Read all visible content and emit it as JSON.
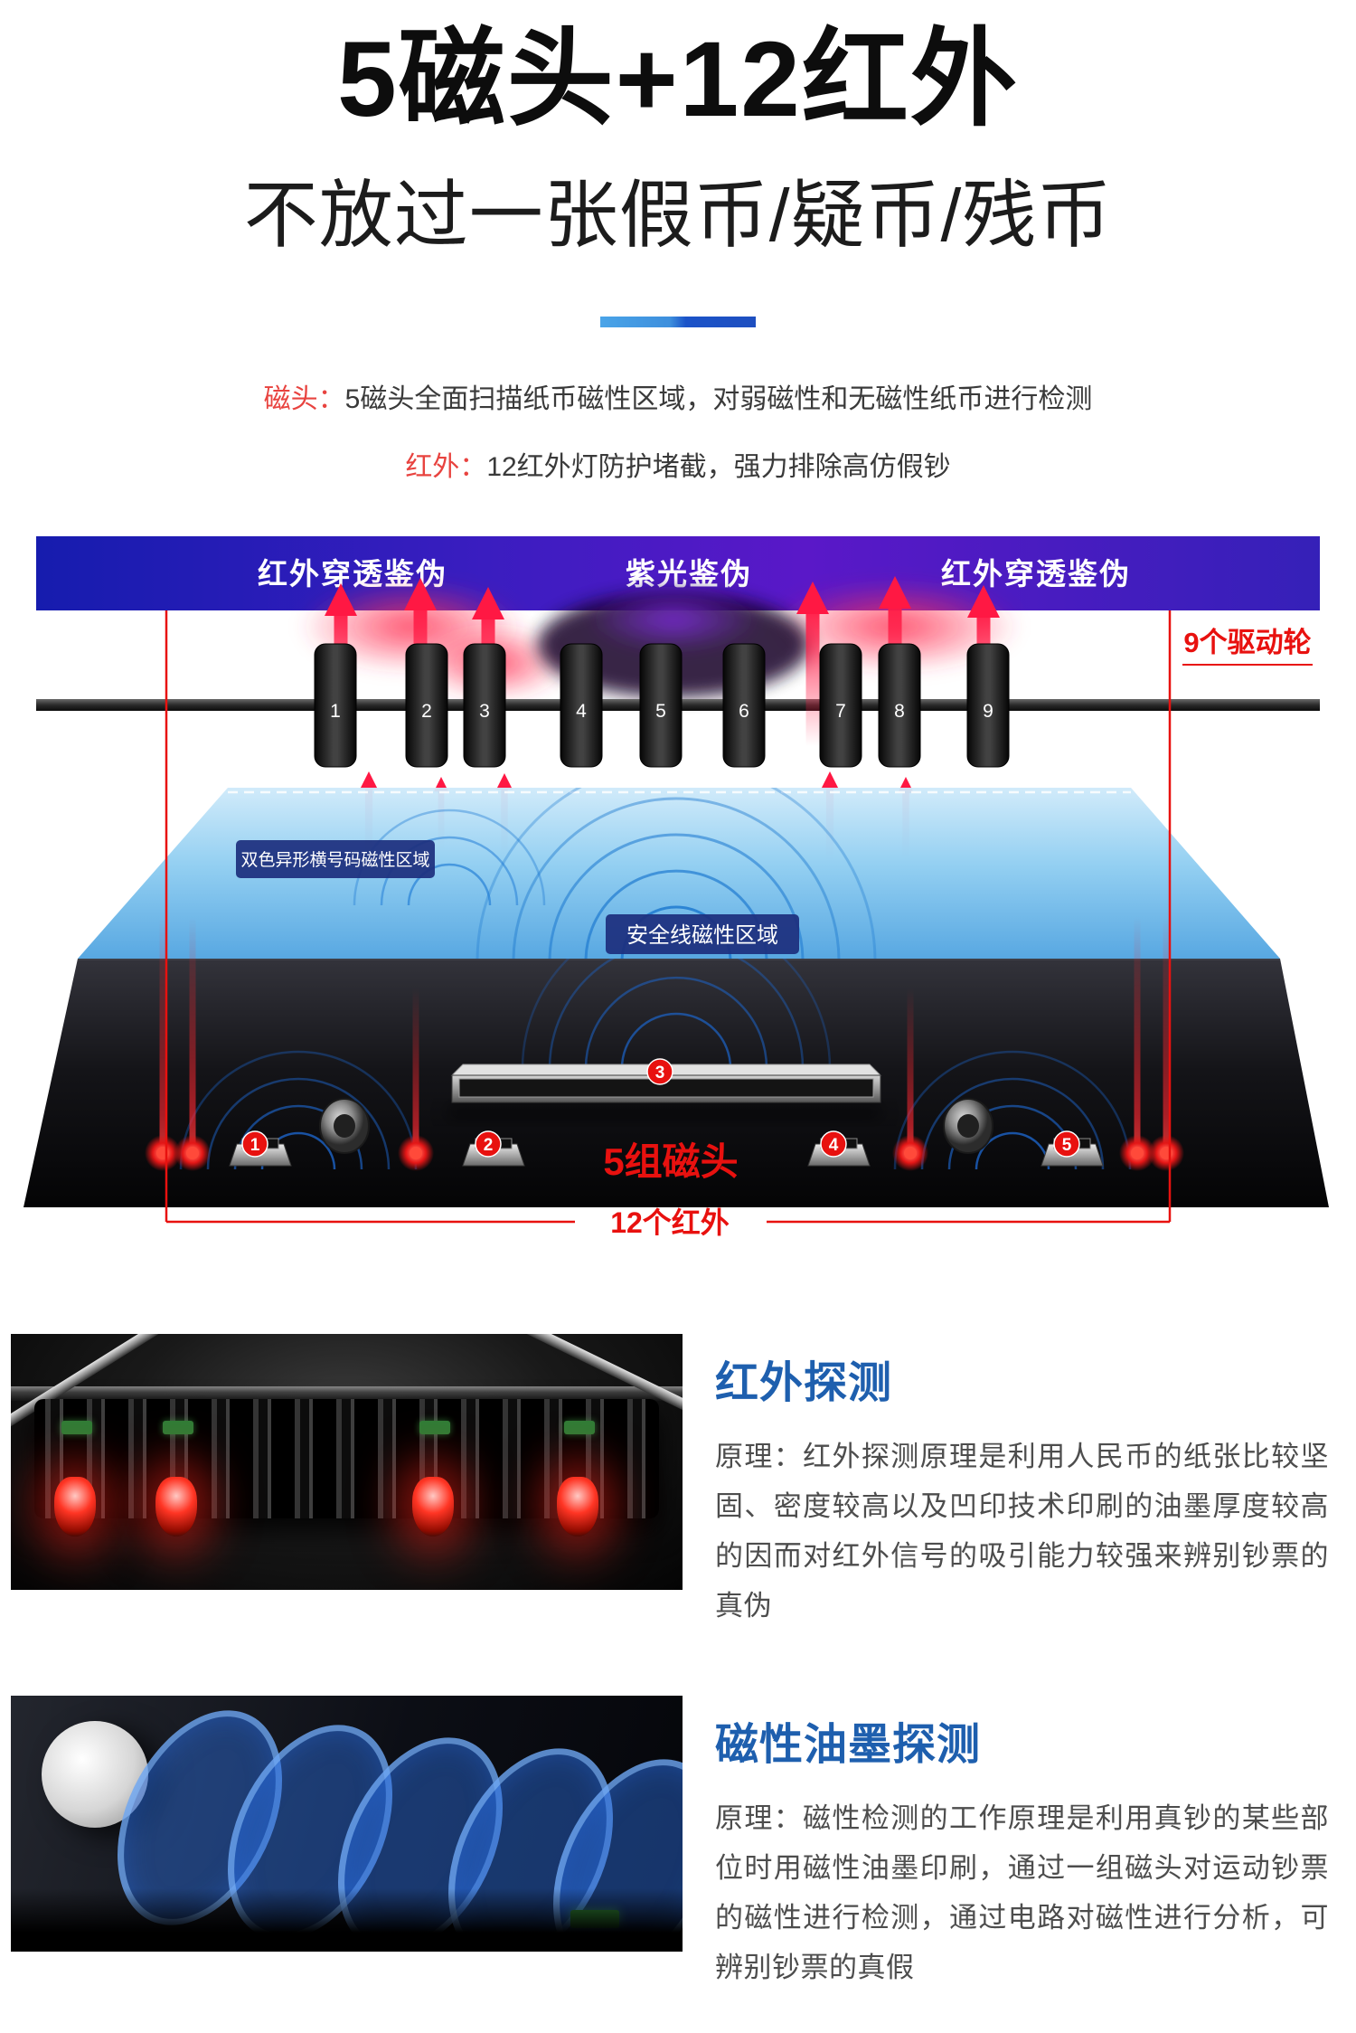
{
  "header": {
    "title": "5磁头+12红外",
    "subtitle": "不放过一张假币/疑币/残币",
    "features": [
      {
        "tag": "磁头：",
        "text": "5磁头全面扫描纸币磁性区域，对弱磁性和无磁性纸币进行检测"
      },
      {
        "tag": "红外：",
        "text": "12红外灯防护堵截，强力排除高仿假钞"
      }
    ]
  },
  "diagram": {
    "band_labels": [
      "红外穿透鉴伪",
      "紫光鉴伪",
      "红外穿透鉴伪"
    ],
    "wheel_numbers": [
      "1",
      "2",
      "3",
      "4",
      "5",
      "6",
      "7",
      "8",
      "9"
    ],
    "drive_wheels_label": "9个驱动轮",
    "zone_labels": [
      "双色异形横号码磁性区域",
      "安全线磁性区域"
    ],
    "heads_label": "5组磁头",
    "infrared_label": "12个红外",
    "head_numbers": [
      "1",
      "2",
      "3",
      "4",
      "5"
    ]
  },
  "sections": [
    {
      "heading": "红外探测",
      "body": "原理：红外探测原理是利用人民币的纸张比较坚固、密度较高以及凹印技术印刷的油墨厚度较高的因而对红外信号的吸引能力较强来辨别钞票的真伪"
    },
    {
      "heading": "磁性油墨探测",
      "body": "原理：磁性检测的工作原理是利用真钞的某些部位时用磁性油墨印刷，通过一组磁头对运动钞票的磁性进行检测，通过电路对磁性进行分析，可辨别钞票的真假"
    }
  ],
  "colors": {
    "accent_red": "#e8110f",
    "accent_blue": "#1e5fae",
    "band_blue": "#1b1fae",
    "band_purple": "#5a18c8"
  }
}
